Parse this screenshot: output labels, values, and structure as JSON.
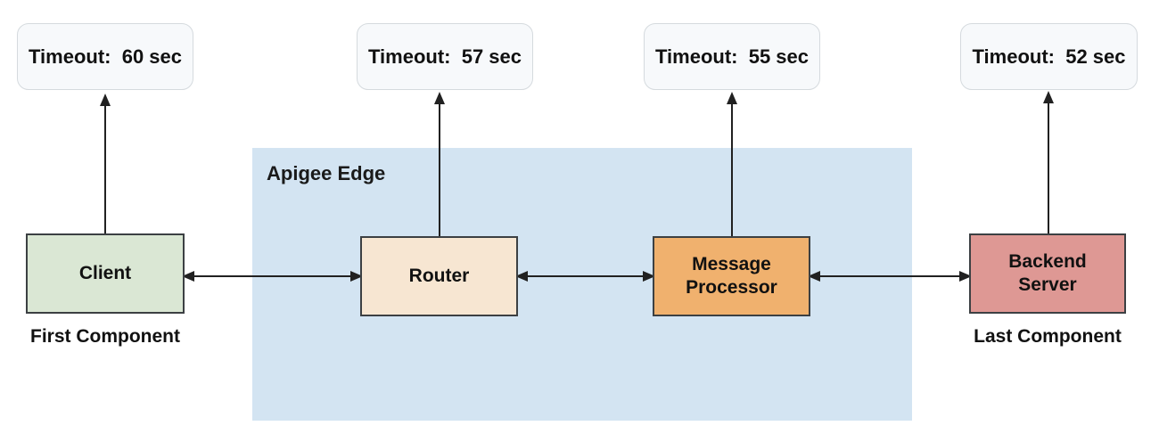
{
  "apigee": {
    "label": "Apigee Edge"
  },
  "timeouts": [
    "Timeout:  60 sec",
    "Timeout:  57 sec",
    "Timeout:  55 sec",
    "Timeout:  52 sec"
  ],
  "components": [
    {
      "label": "Client",
      "caption": "First Component"
    },
    {
      "label": "Router"
    },
    {
      "label": "Message\nProcessor"
    },
    {
      "label": "Backend\nServer",
      "caption": "Last Component"
    }
  ],
  "colors": {
    "client-fill": "#dae7d4",
    "router-fill": "#f7e6d2",
    "message-processor-fill": "#f0b16e",
    "backend-fill": "#de9894",
    "apigee-fill": "#d3e4f2",
    "timeout-fill": "#f7f9fb",
    "timeout-border": "#d5dade",
    "box-border": "#3c4043",
    "arrow": "#212121"
  }
}
